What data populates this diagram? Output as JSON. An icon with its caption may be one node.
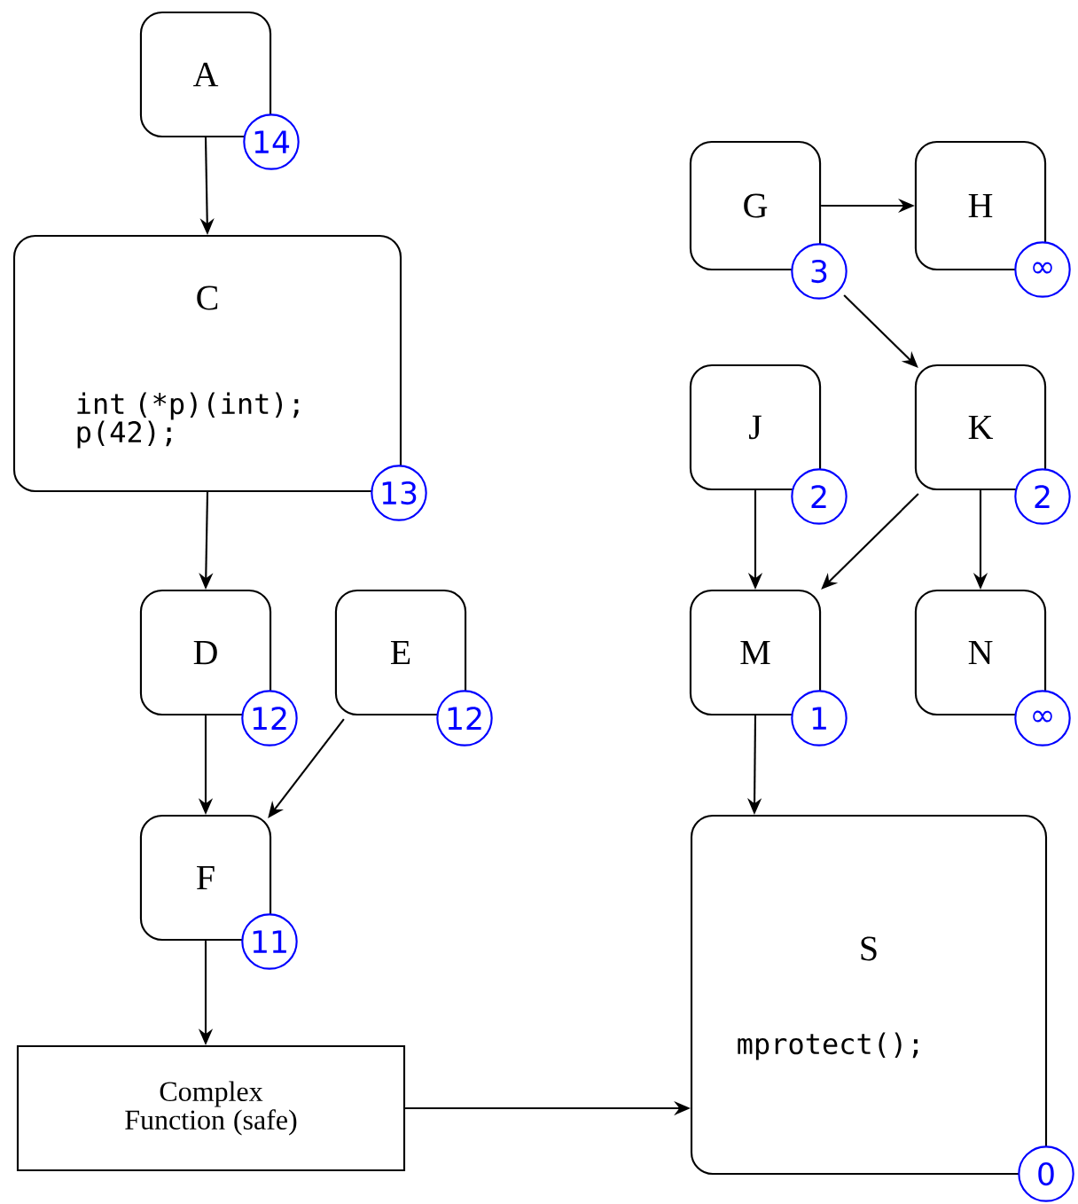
{
  "diagram": {
    "nodes": [
      {
        "text": [
          "A"
        ],
        "beside": [
          "14"
        ]
      },
      {
        "text": [
          "C",
          "int (*p)(int); p(42);"
        ],
        "beside": [
          "13"
        ]
      },
      {
        "text": [
          "D"
        ],
        "beside": [
          "12"
        ]
      },
      {
        "text": [
          "E"
        ],
        "beside": [
          "12"
        ]
      },
      {
        "text": [
          "F"
        ],
        "beside": [
          "11"
        ]
      },
      {
        "text": [
          "Complex Function (safe)"
        ]
      },
      {
        "text": [
          "G"
        ],
        "beside": [
          "3"
        ]
      },
      {
        "text": [
          "H"
        ],
        "beside": [
          "∞"
        ]
      },
      {
        "text": [
          "J"
        ],
        "beside": [
          "2"
        ]
      },
      {
        "text": [
          "K"
        ],
        "beside": [
          "2"
        ]
      },
      {
        "text": [
          "M"
        ],
        "beside": [
          "1"
        ]
      },
      {
        "text": [
          "N"
        ],
        "beside": [
          "∞"
        ]
      },
      {
        "text": [
          "S",
          "mprotect();"
        ],
        "beside": [
          "0"
        ]
      }
    ],
    "edges": [
      {
        "from": 0,
        "to": 1,
        "arrow": "to"
      },
      {
        "from": 1,
        "to": 2,
        "arrow": "to"
      },
      {
        "from": 2,
        "to": 4,
        "arrow": "to"
      },
      {
        "from": 3,
        "to": 4,
        "arrow": "to"
      },
      {
        "from": 4,
        "to": 5,
        "arrow": "to"
      },
      {
        "from": 5,
        "to": 12,
        "arrow": "to"
      },
      {
        "from": 6,
        "to": 7,
        "arrow": "to"
      },
      {
        "from": 6,
        "to": 9,
        "arrow": "to"
      },
      {
        "from": 8,
        "to": 10,
        "arrow": "to"
      },
      {
        "from": 9,
        "to": 10,
        "arrow": "to"
      },
      {
        "from": 9,
        "to": 11,
        "arrow": "to"
      },
      {
        "from": 10,
        "to": 12,
        "arrow": "to"
      }
    ]
  }
}
